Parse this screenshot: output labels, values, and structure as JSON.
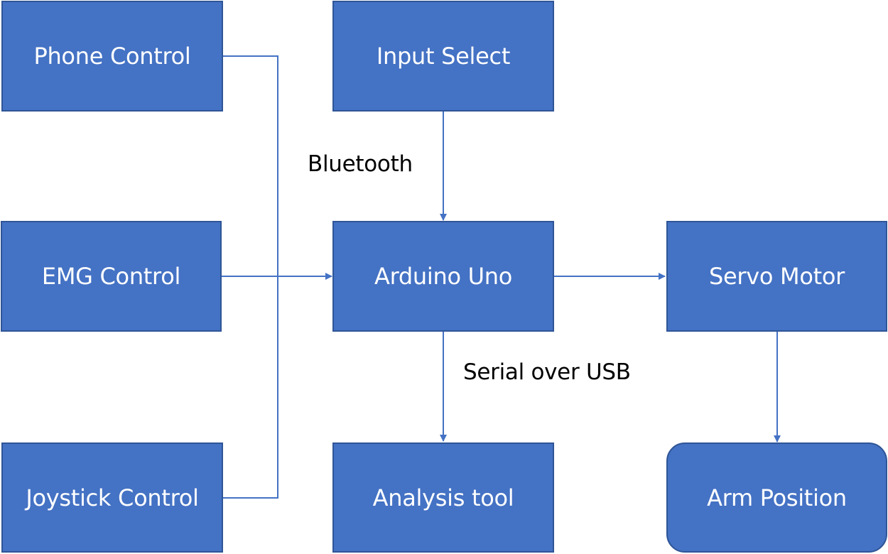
{
  "colors": {
    "box_fill": "#4472c4",
    "box_border": "#2f5597",
    "connector": "#4472c4",
    "label_text": "#000000",
    "box_text": "#ffffff"
  },
  "nodes": {
    "phone_control": "Phone Control",
    "emg_control": "EMG Control",
    "joystick_control": "Joystick Control",
    "input_select": "Input Select",
    "arduino_uno": "Arduino Uno",
    "analysis_tool": "Analysis tool",
    "servo_motor": "Servo Motor",
    "arm_position": "Arm Position"
  },
  "edge_labels": {
    "bluetooth": "Bluetooth",
    "serial_over_usb": "Serial over USB"
  }
}
